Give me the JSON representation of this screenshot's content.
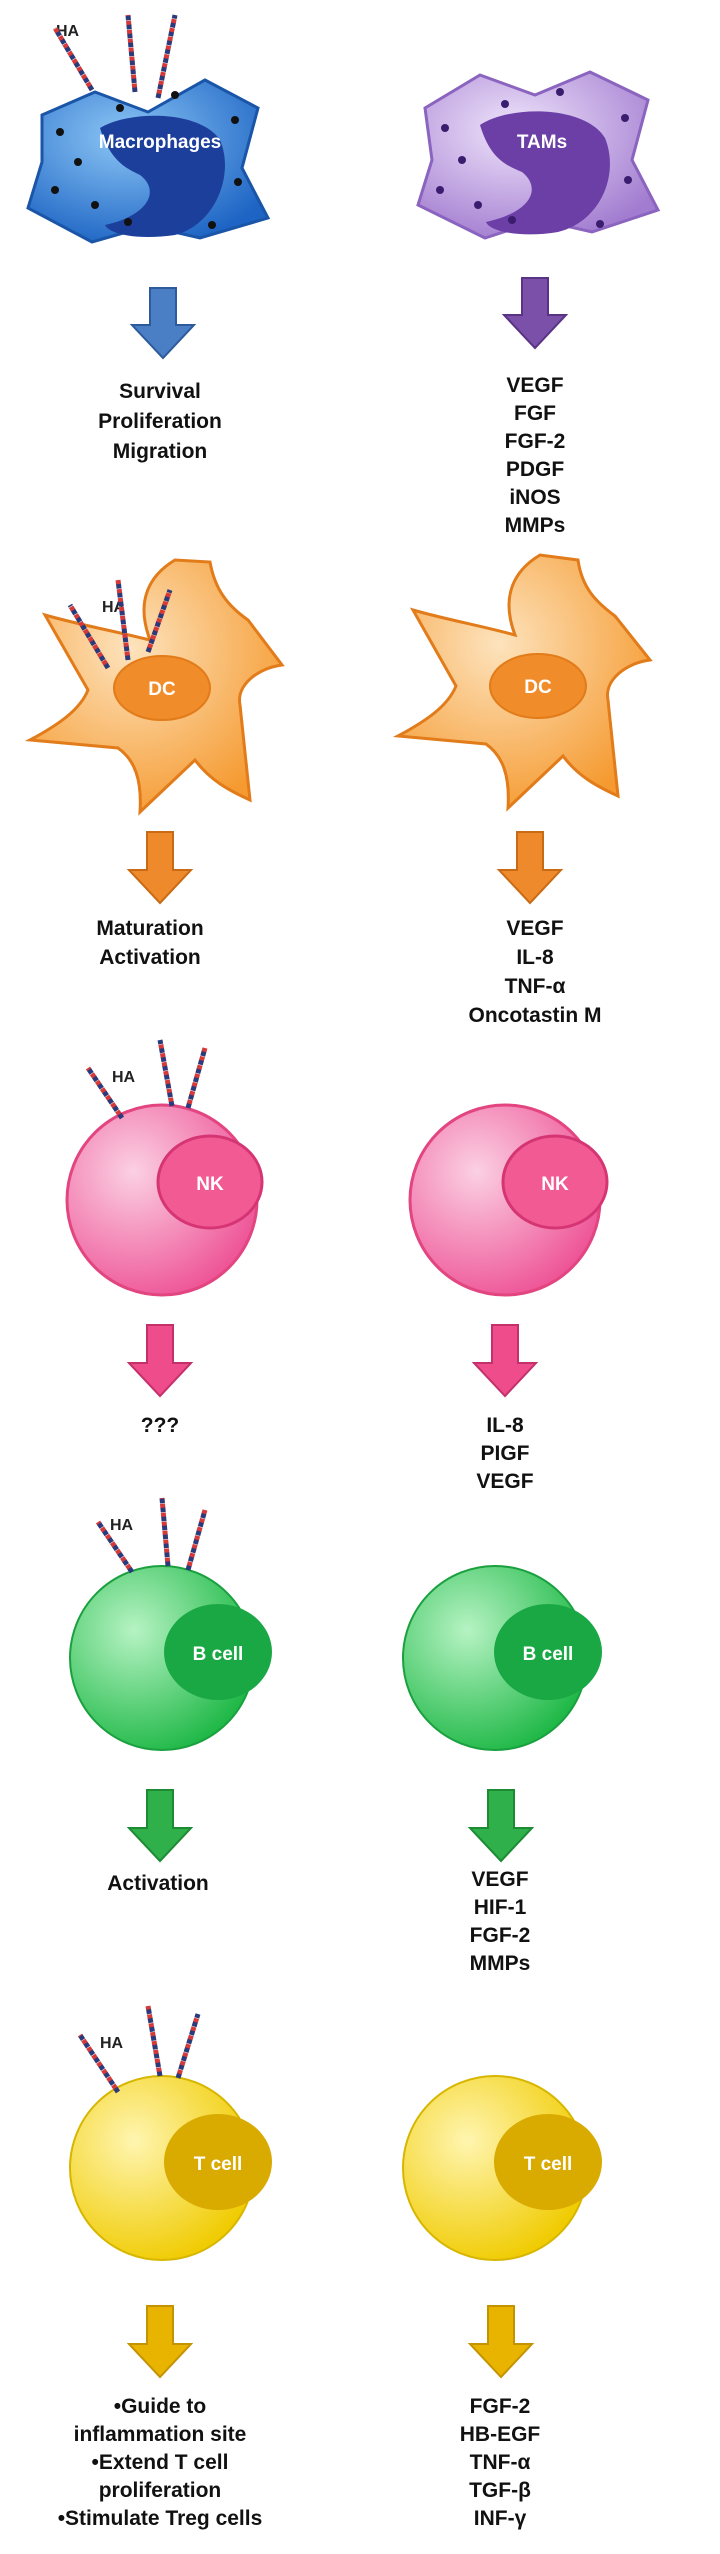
{
  "colors": {
    "macrophage": "#2e7fd6",
    "tam": "#a27cd0",
    "dc": "#f7a94a",
    "nk": "#f46aa5",
    "bcell": "#36c95a",
    "tcell": "#f2d21a",
    "arrow_blue": "#4a7fc6",
    "arrow_purple": "#7a50a8",
    "arrow_orange": "#ef8a2c",
    "arrow_pink": "#ee4c8a",
    "arrow_green": "#2fb04a",
    "arrow_gold": "#e8b400"
  },
  "ha_label": "HA",
  "rows": [
    {
      "left": {
        "cell": "Macrophages",
        "effects": [
          "Survival",
          "Proliferation",
          "Migration"
        ]
      },
      "right": {
        "cell": "TAMs",
        "effects": [
          "VEGF",
          "FGF",
          "FGF-2",
          "PDGF",
          "iNOS",
          "MMPs"
        ]
      }
    },
    {
      "left": {
        "cell": "DC",
        "effects": [
          "Maturation",
          "Activation"
        ]
      },
      "right": {
        "cell": "DC",
        "effects": [
          "VEGF",
          "IL-8",
          "TNF-α",
          "Oncotastin M"
        ]
      }
    },
    {
      "left": {
        "cell": "NK",
        "effects": [
          "???"
        ]
      },
      "right": {
        "cell": "NK",
        "effects": [
          "IL-8",
          "PIGF",
          "VEGF"
        ]
      }
    },
    {
      "left": {
        "cell": "B cell",
        "effects": [
          "Activation"
        ]
      },
      "right": {
        "cell": "B cell",
        "effects": [
          "VEGF",
          "HIF-1",
          "FGF-2",
          "MMPs"
        ]
      }
    },
    {
      "left": {
        "cell": "T cell",
        "effects": [
          "•Guide to",
          "inflammation site",
          "•Extend T cell",
          "proliferation",
          "•Stimulate Treg cells"
        ]
      },
      "right": {
        "cell": "T cell",
        "effects": [
          "FGF-2",
          "HB-EGF",
          "TNF-α",
          "TGF-β",
          "INF-γ"
        ]
      }
    }
  ]
}
